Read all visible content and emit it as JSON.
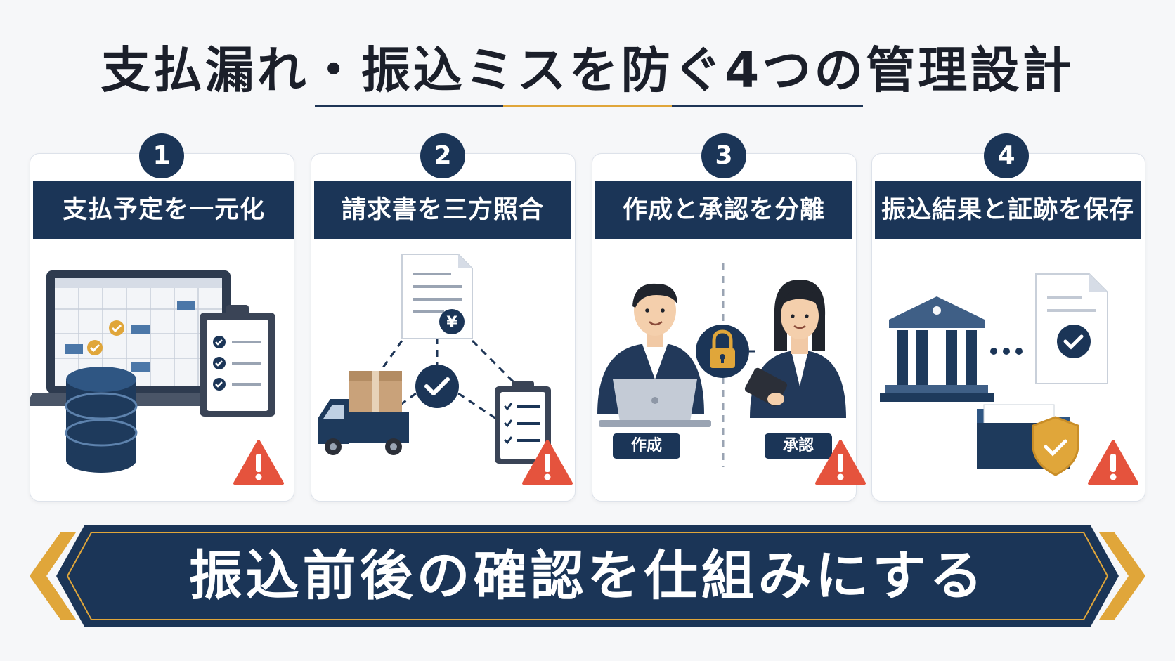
{
  "title": "支払漏れ・振込ミスを防ぐ4つの管理設計",
  "steps": [
    {
      "number": "1",
      "label": "支払予定を一元化"
    },
    {
      "number": "2",
      "label": "請求書を三方照合"
    },
    {
      "number": "3",
      "label": "作成と承認を分離"
    },
    {
      "number": "4",
      "label": "振込結果と証跡を保存"
    }
  ],
  "step3_tags": {
    "create": "作成",
    "approve": "承認"
  },
  "step2_currency": "¥",
  "bottom_message": "振込前後の確認を仕組みにする",
  "colors": {
    "navy": "#1b3557",
    "gold": "#e0a63a",
    "warning": "#e5533d"
  },
  "icons": [
    "laptop-calendar-icon",
    "database-icon",
    "clipboard-checklist-icon",
    "invoice-document-icon",
    "delivery-truck-icon",
    "check-circle-icon",
    "padlock-icon",
    "man-with-laptop-icon",
    "woman-with-tablet-icon",
    "bank-icon",
    "document-check-icon",
    "secure-folder-icon",
    "warning-triangle-icon"
  ]
}
